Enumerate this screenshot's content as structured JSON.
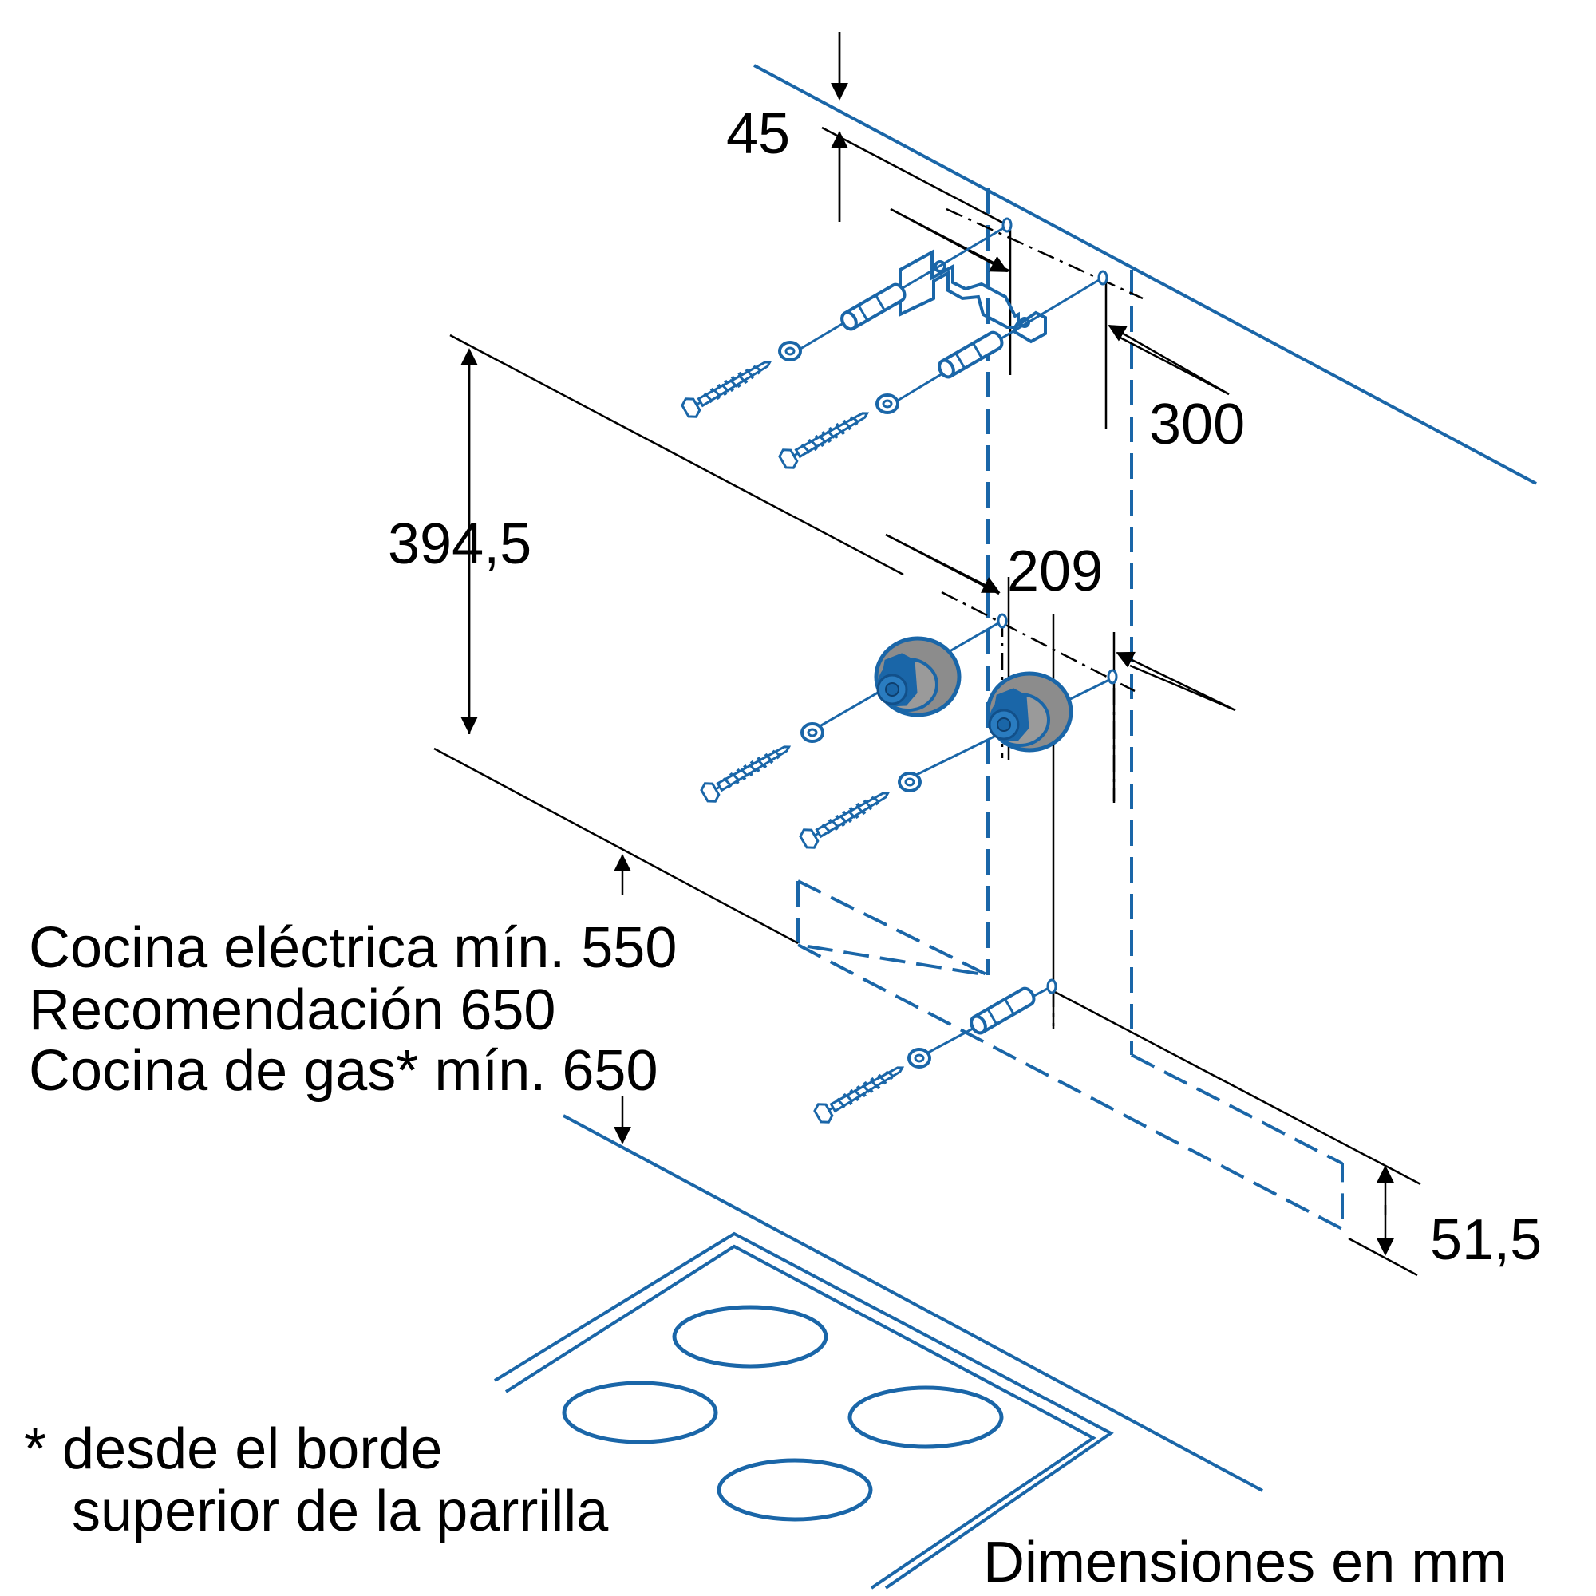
{
  "colors": {
    "blue": "#1a66a8",
    "black": "#000000",
    "grey": "#8c8c8c",
    "background": "#ffffff"
  },
  "dimensions": {
    "top_offset": "45",
    "bracket_width": "300",
    "height": "394,5",
    "plug_spacing": "209",
    "bottom_offset": "51,5"
  },
  "clearance_notes": {
    "electric": "Cocina eléctrica mín. 550",
    "recommended": "Recomendación 650",
    "gas": "Cocina de gas* mín. 650"
  },
  "footnote": {
    "line1": "* desde el borde",
    "line2": "superior de la parrilla"
  },
  "units_note": "Dimensiones en mm",
  "icons": [
    "wall-plug-icon",
    "screw-icon",
    "washer-icon",
    "hob-burner-icon",
    "mounting-bracket-icon"
  ]
}
